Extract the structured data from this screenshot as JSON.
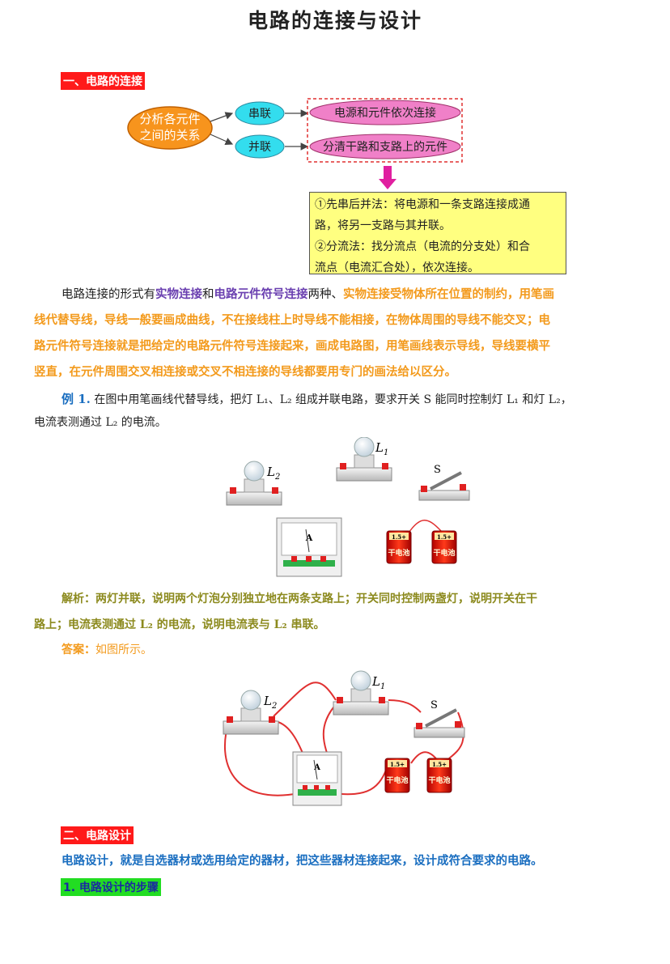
{
  "title": "电路的连接与设计",
  "section1": "一、电路的连接",
  "diagram": {
    "root": "分析各元件之间的关系",
    "root_line1": "分析各元件",
    "root_line2": "之间的关系",
    "series": "串联",
    "parallel": "并联",
    "series_desc": "电源和元件依次连接",
    "parallel_desc": "分清干路和支路上的元件",
    "methods": [
      "①先串后并法：将电源和一条支路连接成通",
      "路，将另一支路与其并联。",
      "②分流法：找分流点（电流的分支处）和合",
      "流点（电流汇合处），依次连接。"
    ]
  },
  "para1": {
    "t1": "电路连接的形式有",
    "t2": "实物连接",
    "t3": "和",
    "t4": "电路元件符号连接",
    "t5": "两种、",
    "t6": "实物连接受物体所在位置的制约，用笔画",
    "t7": "线代替导线，导线一般要画成曲线，不在接线柱上时导线不能相接，在物体周围的导线不能交叉；电",
    "t8": "路元件符号连接就是把给定的电路元件符号连接起来，画成电路图，用笔画线表示导线，导线要横平",
    "t9": "竖直，在元件周围交叉相连接或交叉不相连接的导线都要用专门的画法给以区分。"
  },
  "example": {
    "label": "例 1.",
    "line1": "在图中用笔画线代替导线，把灯 L₁、L₂ 组成并联电路，要求开关 S 能同时控制灯 L₁ 和灯 L₂，",
    "line2": "电流表测通过 L₂ 的电流。"
  },
  "figure": {
    "l1": "L",
    "l1_sub": "1",
    "l2": "L",
    "l2_sub": "2",
    "switch": "S",
    "ammeter": "A",
    "cell_top": "1.5+",
    "cell_body": "干电池"
  },
  "analysis": {
    "label": "解析：",
    "line1": "两灯并联，说明两个灯泡分别独立地在两条支路上；开关同时控制两盏灯，说明开关在干",
    "line2": "路上；电流表测通过 L₂ 的电流，说明电流表与 L₂ 串联。"
  },
  "answer": {
    "label": "答案：",
    "text": "如图所示。"
  },
  "section2": "二、电路设计",
  "design_text": "电路设计，就是自选器材或选用给定的器材，把这些器材连接起来，设计成符合要求的电路。",
  "step1": "1. 电路设计的步骤",
  "colors": {
    "red": "#ff1a1a",
    "purple": "#6a3fb0",
    "orange": "#f39a1c",
    "olive": "#8c8a1e",
    "blue": "#1a6ec0",
    "green": "#22dd22"
  }
}
